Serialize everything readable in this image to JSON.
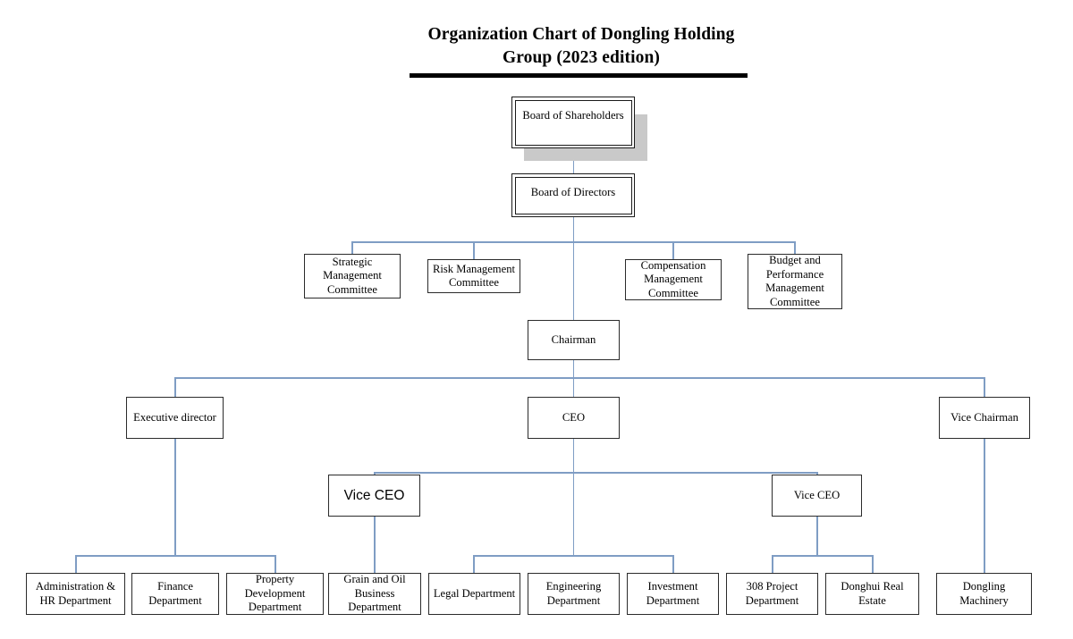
{
  "document": {
    "title_lines": [
      "Organization Chart of Dongling Holding",
      "Group (2023 edition)"
    ],
    "title_full": "Organization Chart of Dongling Holding Group (2023 edition)"
  },
  "theme": {
    "background": "#ffffff",
    "box_border": "#2b2b2b",
    "connector": "#7f9dc4",
    "shadow": "#c9c9c9",
    "text": "#000000",
    "rule": "#000000"
  },
  "chart_data": {
    "type": "diagram",
    "diagram_kind": "organization-chart",
    "title": "Organization Chart of Dongling Holding Group (2023 edition)",
    "nodes": [
      {
        "id": "shareholders",
        "label": "Board of Shareholders",
        "level": 0,
        "style": "double-border-shadow"
      },
      {
        "id": "directors",
        "label": "Board of Directors",
        "level": 1,
        "style": "double-border"
      },
      {
        "id": "strategic",
        "label": "Strategic\nManagement\nCommittee",
        "level": 2,
        "style": "plain"
      },
      {
        "id": "risk",
        "label": "Risk Management\nCommittee",
        "level": 2,
        "style": "plain"
      },
      {
        "id": "compensation",
        "label": "Compensation\nManagement\nCommittee",
        "level": 2,
        "style": "plain"
      },
      {
        "id": "budget",
        "label": "Budget and\nPerformance\nManagement\nCommittee",
        "level": 2,
        "style": "plain"
      },
      {
        "id": "chairman",
        "label": "Chairman",
        "level": 3,
        "style": "plain"
      },
      {
        "id": "exec_director",
        "label": "Executive director",
        "level": 4,
        "style": "plain"
      },
      {
        "id": "ceo",
        "label": "CEO",
        "level": 4,
        "style": "plain"
      },
      {
        "id": "vice_chairman",
        "label": "Vice Chairman",
        "level": 4,
        "style": "plain"
      },
      {
        "id": "vice_ceo_left",
        "label": "Vice CEO",
        "level": 5,
        "style": "sans-serif"
      },
      {
        "id": "vice_ceo_right",
        "label": "Vice CEO",
        "level": 5,
        "style": "plain"
      },
      {
        "id": "admin_hr",
        "label": "Administration &\nHR Department",
        "level": 6,
        "style": "plain"
      },
      {
        "id": "finance",
        "label": "Finance Department",
        "level": 6,
        "style": "plain"
      },
      {
        "id": "property",
        "label": "Property\nDevelopment\nDepartment",
        "level": 6,
        "style": "plain"
      },
      {
        "id": "grain_oil",
        "label": "Grain and Oil\nBusiness\nDepartment",
        "level": 6,
        "style": "plain"
      },
      {
        "id": "legal",
        "label": "Legal Department",
        "level": 6,
        "style": "plain"
      },
      {
        "id": "engineering",
        "label": "Engineering\nDepartment",
        "level": 6,
        "style": "plain"
      },
      {
        "id": "investment",
        "label": "Investment\nDepartment",
        "level": 6,
        "style": "plain"
      },
      {
        "id": "project308",
        "label": "308 Project\nDepartment",
        "level": 6,
        "style": "plain"
      },
      {
        "id": "donghui",
        "label": "Donghui Real Estate",
        "level": 6,
        "style": "plain"
      },
      {
        "id": "machinery",
        "label": "Dongling Machinery",
        "level": 6,
        "style": "plain"
      }
    ],
    "edges": [
      {
        "from": "shareholders",
        "to": "directors"
      },
      {
        "from": "directors",
        "to": "strategic"
      },
      {
        "from": "directors",
        "to": "risk"
      },
      {
        "from": "directors",
        "to": "compensation"
      },
      {
        "from": "directors",
        "to": "budget"
      },
      {
        "from": "directors",
        "to": "chairman"
      },
      {
        "from": "chairman",
        "to": "exec_director"
      },
      {
        "from": "chairman",
        "to": "ceo"
      },
      {
        "from": "chairman",
        "to": "vice_chairman"
      },
      {
        "from": "ceo",
        "to": "vice_ceo_left"
      },
      {
        "from": "ceo",
        "to": "vice_ceo_right"
      },
      {
        "from": "exec_director",
        "to": "admin_hr"
      },
      {
        "from": "exec_director",
        "to": "finance"
      },
      {
        "from": "exec_director",
        "to": "property"
      },
      {
        "from": "vice_ceo_left",
        "to": "grain_oil"
      },
      {
        "from": "ceo",
        "to": "legal"
      },
      {
        "from": "ceo",
        "to": "engineering"
      },
      {
        "from": "ceo",
        "to": "investment"
      },
      {
        "from": "vice_ceo_right",
        "to": "project308"
      },
      {
        "from": "vice_ceo_right",
        "to": "donghui"
      },
      {
        "from": "vice_chairman",
        "to": "machinery"
      }
    ]
  }
}
